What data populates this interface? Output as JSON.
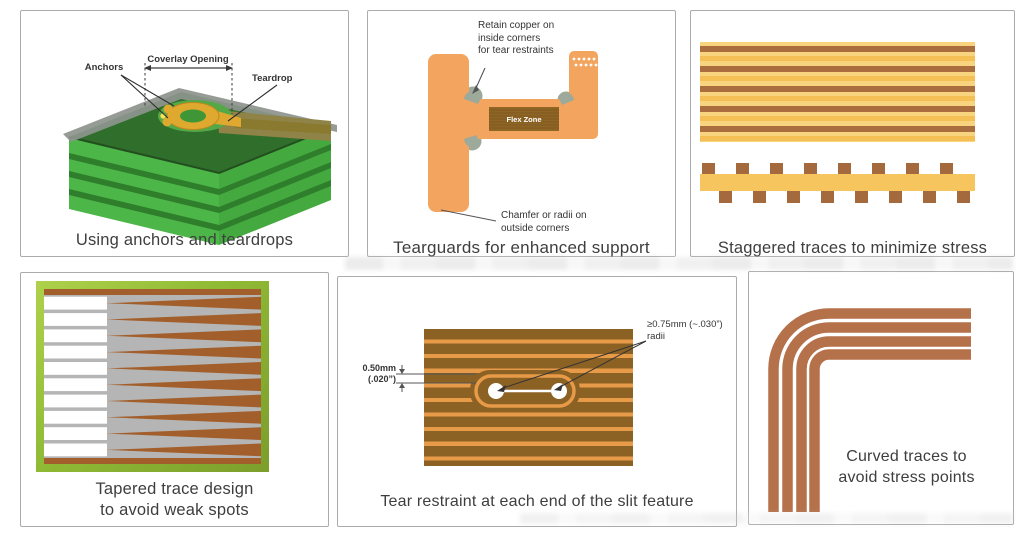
{
  "panels": {
    "anchors": {
      "caption": "Using anchors and teardrops",
      "labels": {
        "anchors": "Anchors",
        "coverlay": "Coverlay Opening",
        "teardrop": "Teardrop"
      }
    },
    "tearguards": {
      "caption": "Tearguards for enhanced support",
      "labels": {
        "retain": "Retain copper on\ninside corners\nfor tear restraints",
        "flex_zone": "Flex Zone",
        "chamfer": "Chamfer or radii on\noutside corners"
      }
    },
    "staggered": {
      "caption": "Staggered traces to minimize stress"
    },
    "tapered": {
      "caption": "Tapered trace design\nto avoid weak spots"
    },
    "tear_restraint": {
      "caption": "Tear restraint at each end of the slit feature",
      "labels": {
        "dim": "0.50mm\n(.020”)",
        "radii": "≥0.75mm (~.030”)\nradii"
      }
    },
    "curved": {
      "caption": "Curved traces to\navoid stress points"
    }
  },
  "colors": {
    "panel_border": "#ABABAB",
    "caption_text": "#3E3E3E",
    "flex_orange": "#F3A55F",
    "tear_restraint_gray": "#9DA99A",
    "flex_zone_brown": "#8F6526",
    "ribbon_trace_brown": "#AA6E3E",
    "ribbon_yellow_light": "#F8D47E",
    "ribbon_yellow_mid": "#F4BF55",
    "stagger_bar_yellow": "#F6C55E",
    "stagger_tab_brown": "#A4693C",
    "slit_bg_brown": "#8C6124",
    "slit_stripe_orange": "#E79A47",
    "copper_trace": "#B5714A",
    "pcb_dark_green": "#2F6E2B",
    "pcb_bright_green": "#4CB648",
    "coverlay_gray": "#8E958D",
    "pad_gold": "#DFA930",
    "frame_green_light": "#AFD14B",
    "frame_green_dark": "#7C9E2B",
    "taper_brown": "#A35F2B",
    "taper_gray": "#B5B5B5"
  }
}
